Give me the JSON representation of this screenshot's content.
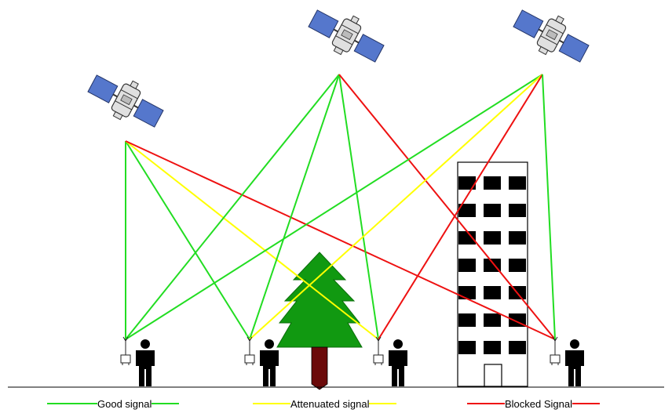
{
  "colors": {
    "good": "#22dd22",
    "attenuated": "#ffff00",
    "blocked": "#ee1111",
    "tree": "#119911",
    "trunk": "#6b0a0a",
    "satellite_panel": "#5577cc"
  },
  "legend": {
    "good": "Good signal",
    "attenuated": "Attenuated signal",
    "blocked": "Blocked Signal"
  },
  "icons": [
    "satellite-icon",
    "person-icon",
    "gps-receiver-icon",
    "tree-icon",
    "building-icon"
  ],
  "signal_paths": [
    {
      "satellite": 1,
      "receiver": 1,
      "status": "good"
    },
    {
      "satellite": 1,
      "receiver": 2,
      "status": "good"
    },
    {
      "satellite": 1,
      "receiver": 3,
      "status": "attenuated"
    },
    {
      "satellite": 1,
      "receiver": 4,
      "status": "blocked"
    },
    {
      "satellite": 2,
      "receiver": 1,
      "status": "good"
    },
    {
      "satellite": 2,
      "receiver": 2,
      "status": "good"
    },
    {
      "satellite": 2,
      "receiver": 3,
      "status": "good"
    },
    {
      "satellite": 2,
      "receiver": 4,
      "status": "blocked"
    },
    {
      "satellite": 3,
      "receiver": 1,
      "status": "good"
    },
    {
      "satellite": 3,
      "receiver": 2,
      "status": "attenuated"
    },
    {
      "satellite": 3,
      "receiver": 3,
      "status": "blocked"
    },
    {
      "satellite": 3,
      "receiver": 4,
      "status": "good"
    }
  ]
}
